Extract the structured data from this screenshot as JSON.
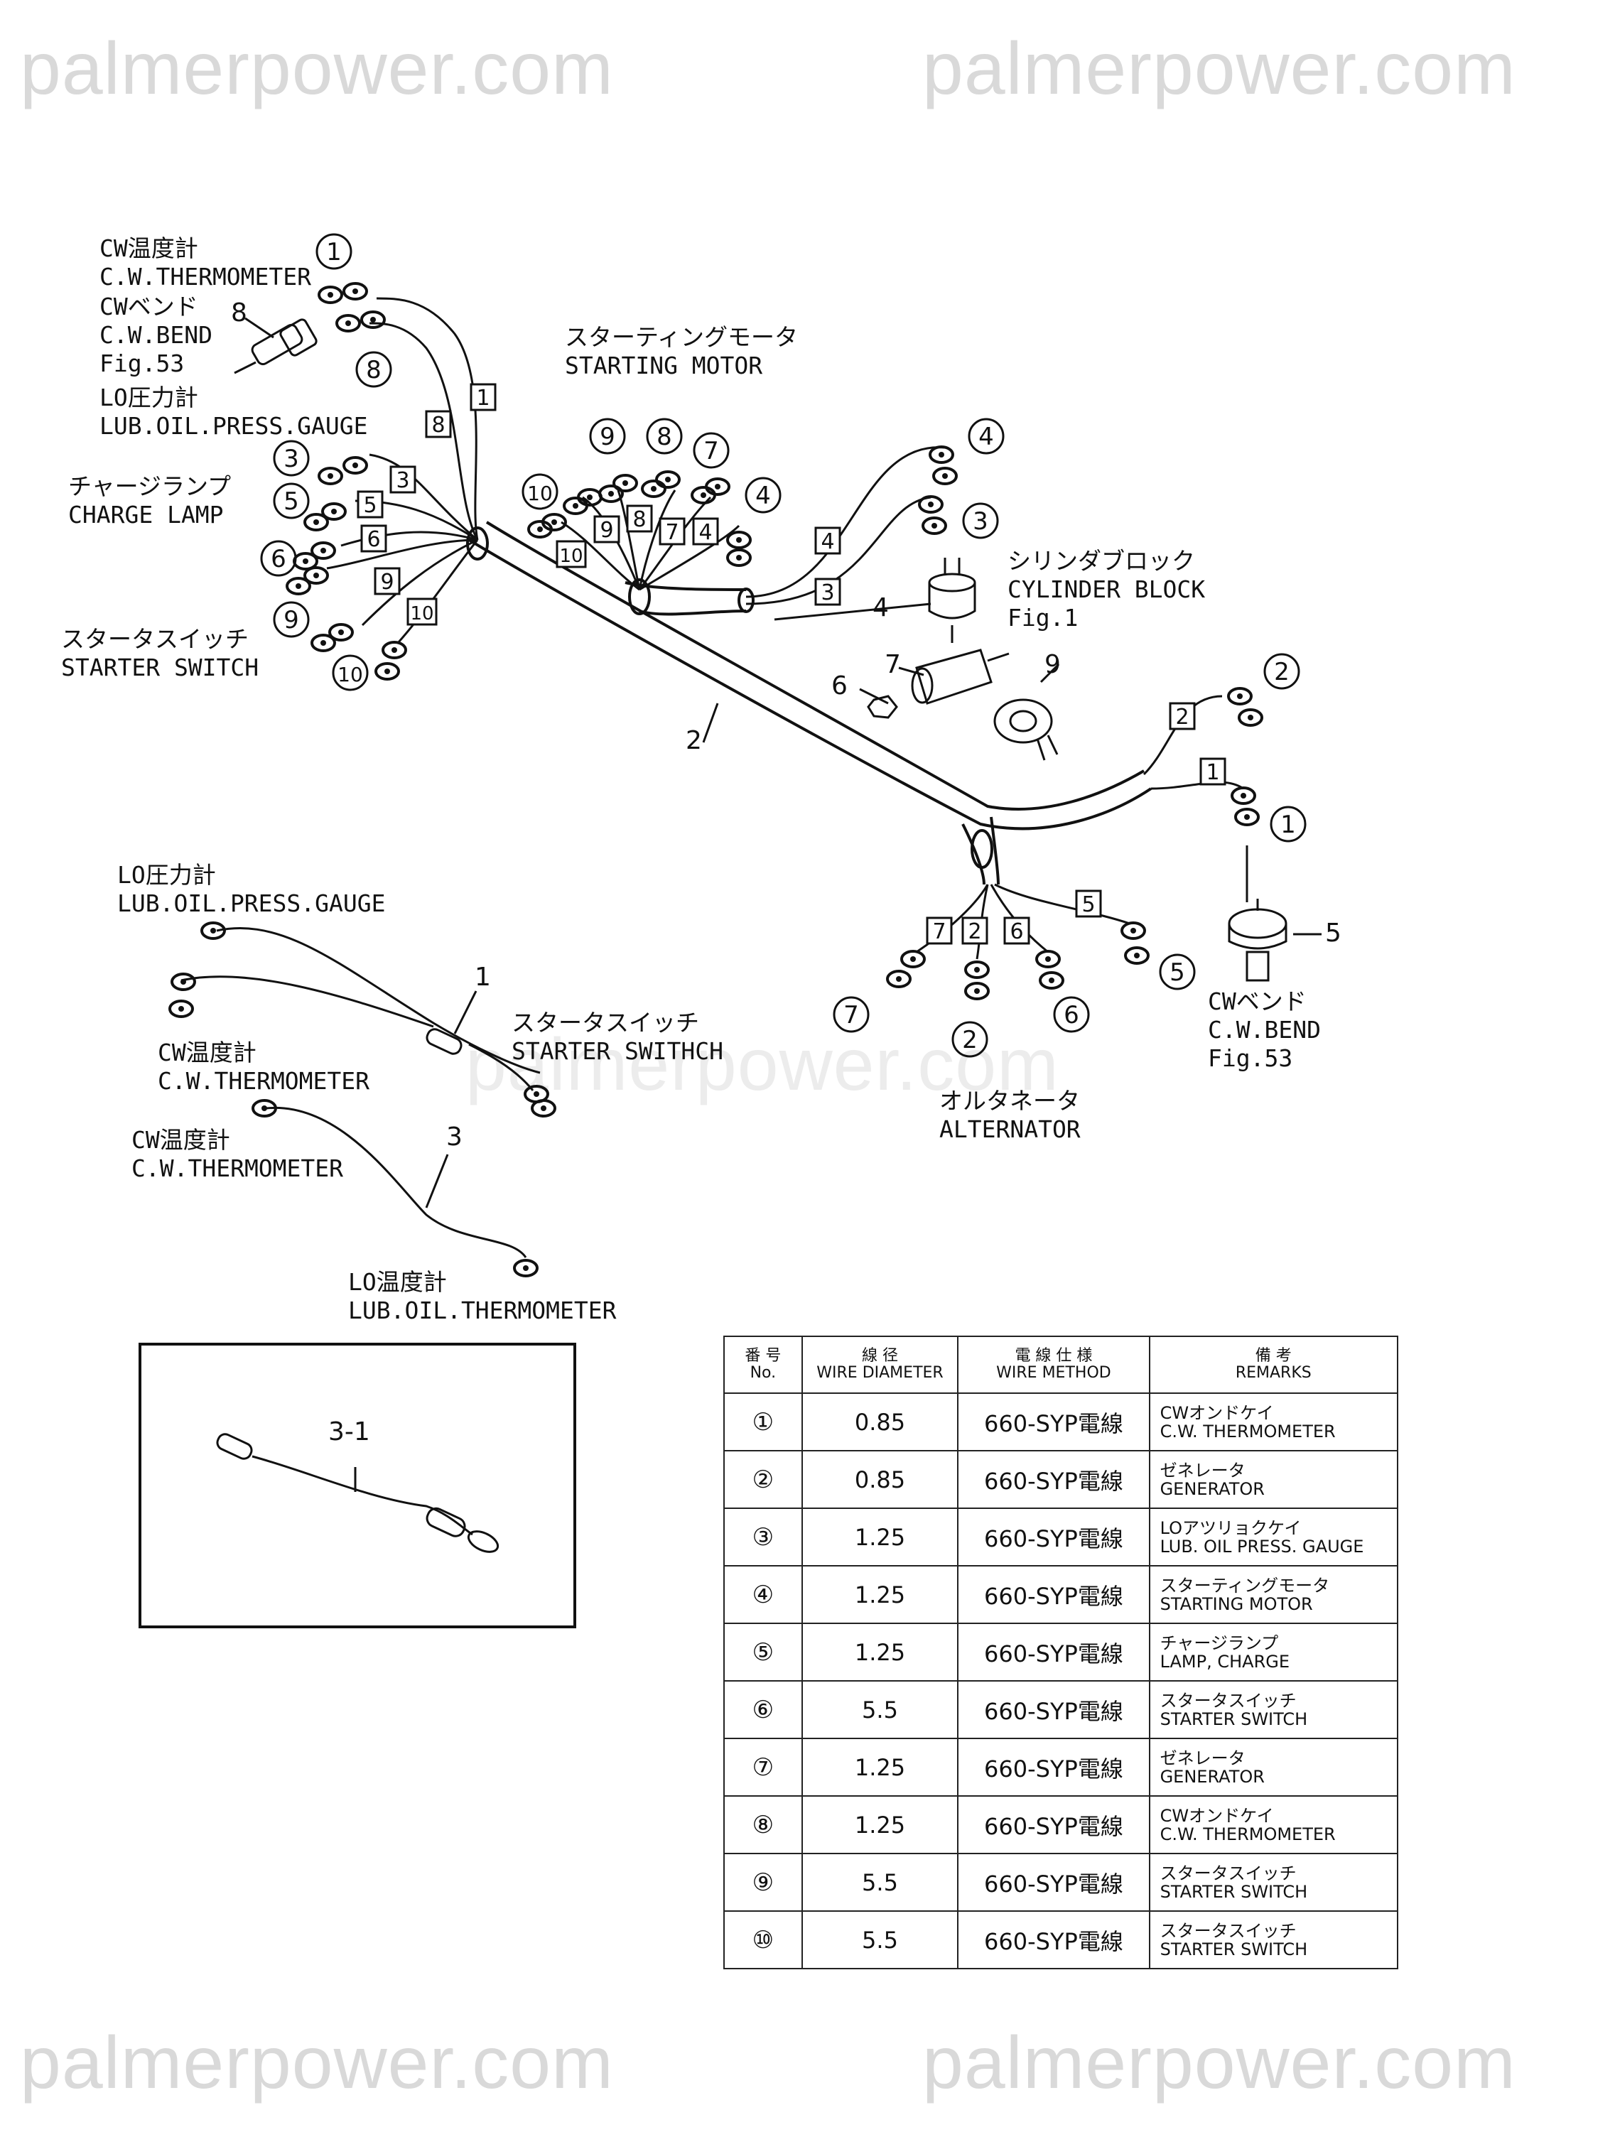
{
  "watermark": {
    "text": "palmerpower.com"
  },
  "labels": {
    "cw_thermo_top_jp": "CW温度計",
    "cw_thermo_top_en": "C.W.THERMOMETER",
    "cw_bend_top_jp": "CWベンド",
    "cw_bend_top_en": "C.W.BEND",
    "cw_bend_top_fig": "Fig.53",
    "lo_press_top_jp": "LO圧力計",
    "lo_press_top_en": "LUB.OIL.PRESS.GAUGE",
    "charge_lamp_jp": "チャージランプ",
    "charge_lamp_en": "CHARGE LAMP",
    "starter_switch_left_jp": "スタータスイッチ",
    "starter_switch_left_en": "STARTER SWITCH",
    "starting_motor_jp": "スターティングモータ",
    "starting_motor_en": "STARTING MOTOR",
    "cylinder_block_jp": "シリンダブロック",
    "cylinder_block_en": "CYLINDER BLOCK",
    "cylinder_block_fig": "Fig.1",
    "cw_bend_right_jp": "CWベンド",
    "cw_bend_right_en": "C.W.BEND",
    "cw_bend_right_fig": "Fig.53",
    "alternator_jp": "オルタネータ",
    "alternator_en": "ALTERNATOR",
    "lo_press_mid_jp": "LO圧力計",
    "lo_press_mid_en": "LUB.OIL.PRESS.GAUGE",
    "cw_thermo_mid_jp": "CW温度計",
    "cw_thermo_mid_en": "C.W.THERMOMETER",
    "starter_switch_mid_jp": "スタータスイッチ",
    "starter_switch_mid_en": "STARTER SWITHCH",
    "cw_thermo_low_jp": "CW温度計",
    "cw_thermo_low_en": "C.W.THERMOMETER",
    "lo_thermo_jp": "LO温度計",
    "lo_thermo_en": "LUB.OIL.THERMOMETER"
  },
  "part_numbers": {
    "p8": "8",
    "p2": "2",
    "p4": "4",
    "p7": "7",
    "p6": "6",
    "p9": "9",
    "p5": "5",
    "p1": "1",
    "p3": "3",
    "p3_1": "3-1"
  },
  "spec_table": {
    "headers": {
      "no_jp": "番 号",
      "no_en": "No.",
      "diameter_jp": "線 径",
      "diameter_en": "WIRE DIAMETER",
      "method_jp": "電 線 仕 様",
      "method_en": "WIRE METHOD",
      "remarks_jp": "備 考",
      "remarks_en": "REMARKS"
    },
    "rows": [
      {
        "no": "①",
        "diameter": "0.85",
        "method": "660-SYP電線",
        "remark_jp": "CWオンドケイ",
        "remark_en": "C.W. THERMOMETER"
      },
      {
        "no": "②",
        "diameter": "0.85",
        "method": "660-SYP電線",
        "remark_jp": "ゼネレータ",
        "remark_en": "GENERATOR"
      },
      {
        "no": "③",
        "diameter": "1.25",
        "method": "660-SYP電線",
        "remark_jp": "LOアツリョクケイ",
        "remark_en": "LUB. OIL PRESS. GAUGE"
      },
      {
        "no": "④",
        "diameter": "1.25",
        "method": "660-SYP電線",
        "remark_jp": "スターティングモータ",
        "remark_en": "STARTING MOTOR"
      },
      {
        "no": "⑤",
        "diameter": "1.25",
        "method": "660-SYP電線",
        "remark_jp": "チャージランプ",
        "remark_en": "LAMP, CHARGE"
      },
      {
        "no": "⑥",
        "diameter": "5.5",
        "method": "660-SYP電線",
        "remark_jp": "スタータスイッチ",
        "remark_en": "STARTER SWITCH"
      },
      {
        "no": "⑦",
        "diameter": "1.25",
        "method": "660-SYP電線",
        "remark_jp": "ゼネレータ",
        "remark_en": "GENERATOR"
      },
      {
        "no": "⑧",
        "diameter": "1.25",
        "method": "660-SYP電線",
        "remark_jp": "CWオンドケイ",
        "remark_en": "C.W. THERMOMETER"
      },
      {
        "no": "⑨",
        "diameter": "5.5",
        "method": "660-SYP電線",
        "remark_jp": "スタータスイッチ",
        "remark_en": "STARTER SWITCH"
      },
      {
        "no": "⑩",
        "diameter": "5.5",
        "method": "660-SYP電線",
        "remark_jp": "スタータスイッチ",
        "remark_en": "STARTER SWITCH"
      }
    ]
  }
}
